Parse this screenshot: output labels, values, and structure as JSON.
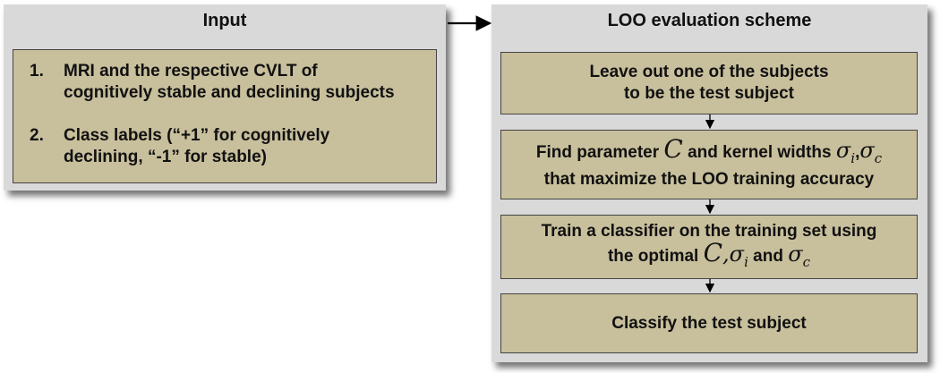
{
  "input_panel": {
    "title": "Input",
    "items": [
      {
        "number": "1.",
        "lines": [
          "MRI and the respective CVLT of",
          "cognitively stable and declining subjects"
        ]
      },
      {
        "number": "2.",
        "lines": [
          "Class labels (“+1” for cognitively",
          "declining, “-1” for stable)"
        ]
      }
    ]
  },
  "loo_panel": {
    "title": "LOO evaluation scheme",
    "step1": {
      "lines": [
        "Leave out one of the subjects",
        "to be the test subject"
      ]
    },
    "step2": {
      "text_a": "Find parameter",
      "sym_C": "C",
      "text_b": "and kernel widths",
      "sym_sigma": "σ",
      "sub_i": "i",
      "comma": ",",
      "sub_c": "c",
      "line2": "that maximize  the LOO training accuracy"
    },
    "step3": {
      "line1": "Train a classifier on the training set using",
      "text_a": "the optimal",
      "sym_C": "C",
      "comma": ",",
      "sym_sigma": "σ",
      "sub_i": "i",
      "text_and": "and",
      "sub_c": "c"
    },
    "step4": {
      "text": "Classify the test subject"
    }
  }
}
